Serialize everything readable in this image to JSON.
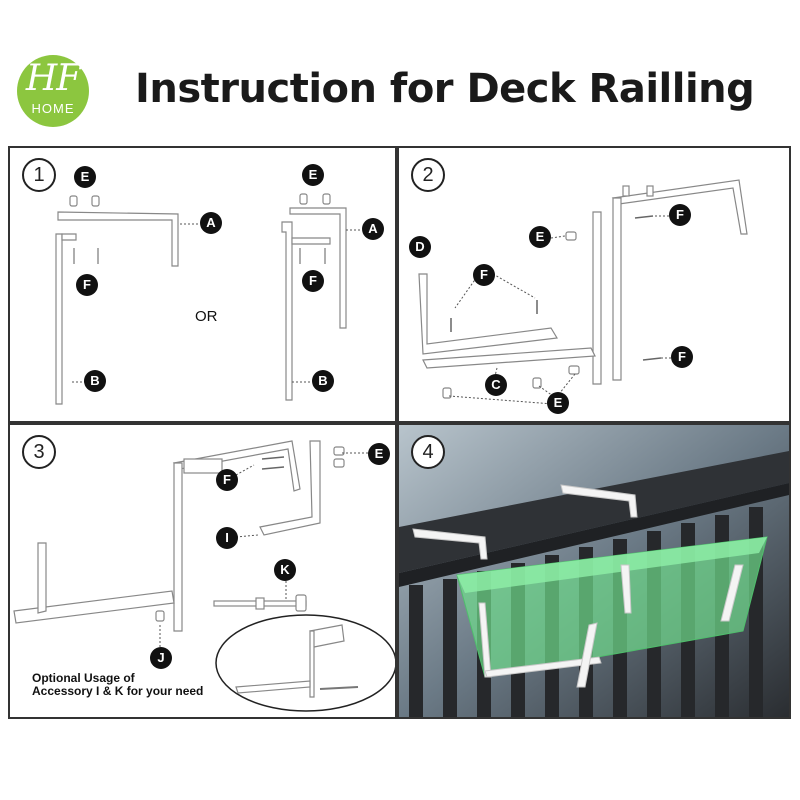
{
  "logo": {
    "mark": "HF",
    "sub": "HOME"
  },
  "title": "Instruction for Deck Railling",
  "steps": [
    {
      "number": "1",
      "or_label": "OR"
    },
    {
      "number": "2"
    },
    {
      "number": "3",
      "note_line1": "Optional Usage of",
      "note_line2": "Accessory I & K for your need"
    },
    {
      "number": "4"
    }
  ],
  "labels": {
    "A": "A",
    "B": "B",
    "C": "C",
    "D": "D",
    "E": "E",
    "F": "F",
    "I": "I",
    "J": "J",
    "K": "K"
  },
  "colors": {
    "brand_green": "#8cc63f",
    "planter_green": "#6fdc8c",
    "railing": "#3b3e42"
  }
}
